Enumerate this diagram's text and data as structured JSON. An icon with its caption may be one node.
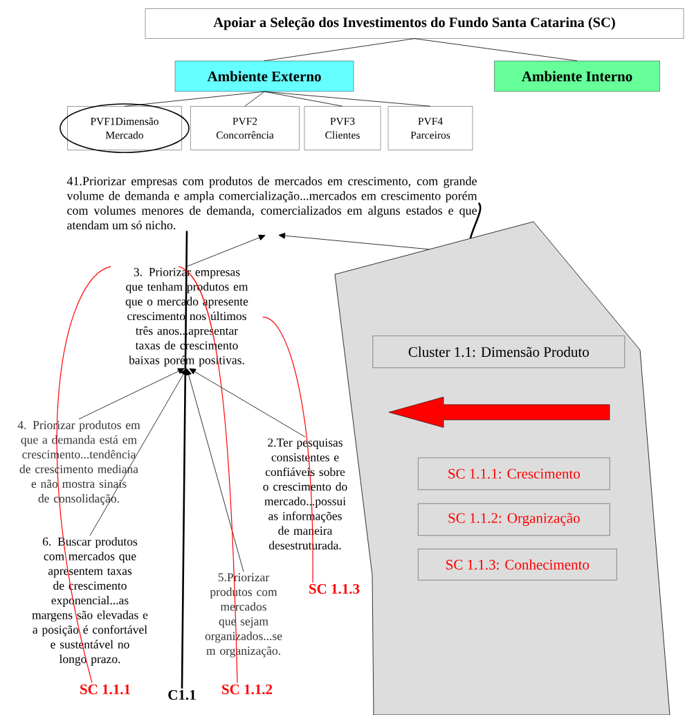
{
  "diagram": {
    "nodes": [
      {
        "text": [
          "Apoiar a Seleção dos Investimentos do Fundo Santa Catarina (SC)"
        ]
      },
      {
        "text": [
          "Ambiente Externo"
        ]
      },
      {
        "text": [
          "Ambiente Interno"
        ]
      },
      {
        "text": [
          "PVF1Dimensão Mercado"
        ]
      },
      {
        "text": [
          "PVF2 Concorrência"
        ]
      },
      {
        "text": [
          "PVF3 Clientes"
        ]
      },
      {
        "text": [
          "PVF4 Parceiros"
        ]
      },
      {
        "text": [
          "41.Priorizar empresas com produtos de mercados em crescimento, com grande volume de demanda e ampla comercialização...mercados em crescimento porém com volumes menores de demanda, comercializados em alguns estados e que atendam um só nicho."
        ]
      },
      {
        "text": [
          "3. Priorizar empresas que tenham produtos em que o mercado apresente crescimento nos últimos três anos...apresentar taxas de crescimento baixas porém positivas."
        ]
      },
      {
        "text": [
          "4. Priorizar produtos em que a demanda está em crescimento...tendência de crescimento mediana e não mostra sinais de consolidação."
        ]
      },
      {
        "text": [
          "2.Ter pesquisas consistentes e confiáveis sobre o crescimento do mercado...possui as informações de maneira desestruturada."
        ]
      },
      {
        "text": [
          "6. Buscar produtos com mercados que apresentem taxas de crescimento exponencial...as margens são elevadas e a posição é confortável e sustentável no longo prazo."
        ]
      },
      {
        "text": [
          "5.Priorizar produtos com mercados que sejam organizados...se m organização."
        ]
      },
      {
        "text": [
          "SC 1.1.1"
        ]
      },
      {
        "text": [
          "C1.1"
        ]
      },
      {
        "text": [
          "SC 1.1.2"
        ]
      },
      {
        "text": [
          "SC 1.1.3"
        ]
      },
      {
        "text": [],
        "shape": "box"
      },
      {
        "text": [
          "Cluster 1.1: Dimensão Produto"
        ],
        "in": 17
      },
      {
        "text": [
          "SC 1.1.1: Crescimento"
        ],
        "in": 17
      },
      {
        "text": [
          "SC 1.1.2: Organização"
        ],
        "in": 17
      },
      {
        "text": [
          "SC 1.1.3: Conhecimento"
        ],
        "in": 17
      }
    ],
    "edges": [
      {
        "from": 0,
        "to": 1,
        "arrow": "none"
      },
      {
        "from": 0,
        "to": 2,
        "arrow": "none"
      },
      {
        "from": 1,
        "to": 3,
        "arrow": "none"
      },
      {
        "from": 1,
        "to": 4,
        "arrow": "none"
      },
      {
        "from": 1,
        "to": 5,
        "arrow": "none"
      },
      {
        "from": 1,
        "to": 6,
        "arrow": "none"
      },
      {
        "from": 8,
        "to": 7,
        "arrow": "to"
      },
      {
        "from": 17,
        "to": 7,
        "arrow": "to"
      },
      {
        "from": 17,
        "to": 7,
        "arrow": "none",
        "style": "thick"
      },
      {
        "from": 9,
        "to": 8,
        "arrow": "to"
      },
      {
        "from": 10,
        "to": 8,
        "arrow": "to"
      },
      {
        "from": 11,
        "to": 8,
        "arrow": "to"
      },
      {
        "from": 12,
        "to": 8,
        "arrow": "to"
      },
      {
        "from": 14,
        "to": 7,
        "arrow": "none",
        "style": "thick"
      },
      {
        "from": 13,
        "to": 8,
        "arrow": "none",
        "color": "#ff0000"
      },
      {
        "from": 15,
        "to": 8,
        "arrow": "none",
        "color": "#ff0000"
      },
      {
        "from": 16,
        "to": 8,
        "arrow": "none",
        "color": "#ff0000"
      }
    ]
  }
}
